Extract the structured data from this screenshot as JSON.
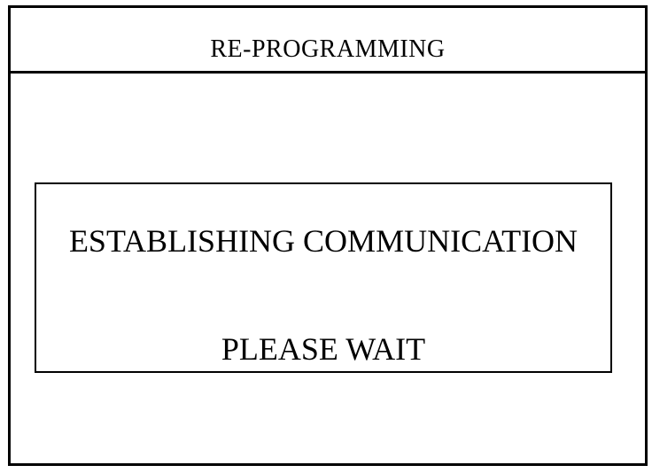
{
  "window": {
    "title": "RE-PROGRAMMING"
  },
  "dialog": {
    "message": "ESTABLISHING COMMUNICATION",
    "status": "PLEASE WAIT"
  }
}
